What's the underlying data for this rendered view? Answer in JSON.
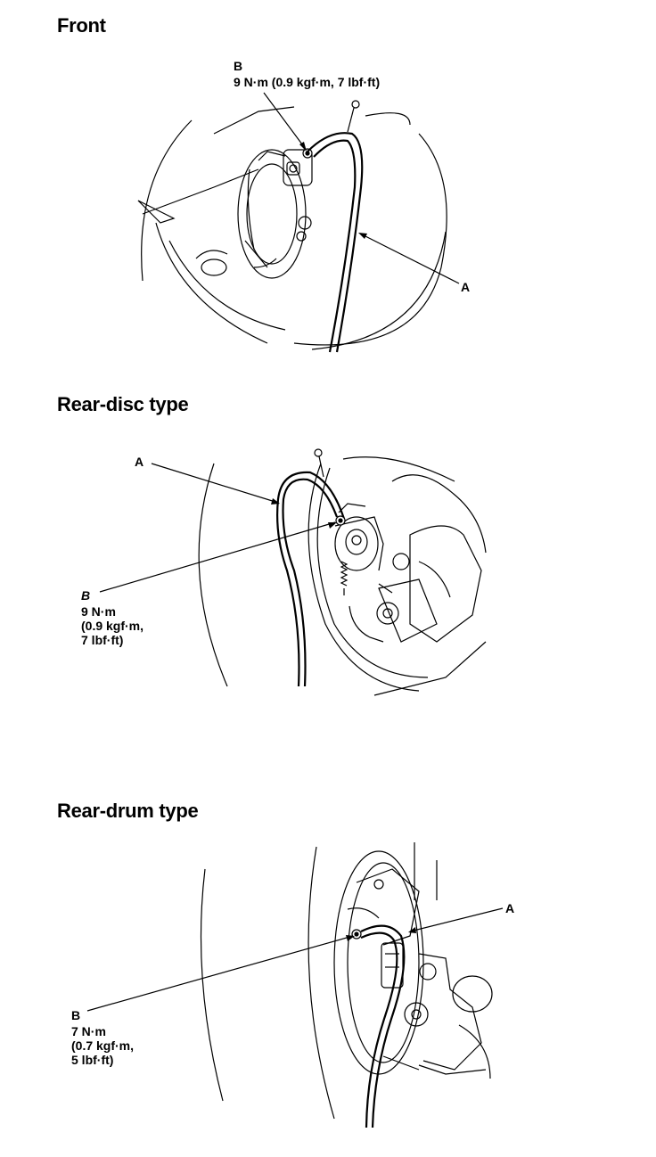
{
  "sections": [
    {
      "title": "Front",
      "labels": {
        "a": "A",
        "b": "B",
        "torque": "9 N·m (0.9 kgf·m, 7 lbf·ft)"
      }
    },
    {
      "title": "Rear-disc type",
      "labels": {
        "a": "A",
        "b": "B",
        "torque_line1": "9 N·m",
        "torque_line2": "(0.9 kgf·m,",
        "torque_line3": "7 lbf·ft)"
      }
    },
    {
      "title": "Rear-drum type",
      "labels": {
        "a": "A",
        "b": "B",
        "torque_line1": "7 N·m",
        "torque_line2": "(0.7 kgf·m,",
        "torque_line3": "5 lbf·ft)"
      }
    }
  ]
}
